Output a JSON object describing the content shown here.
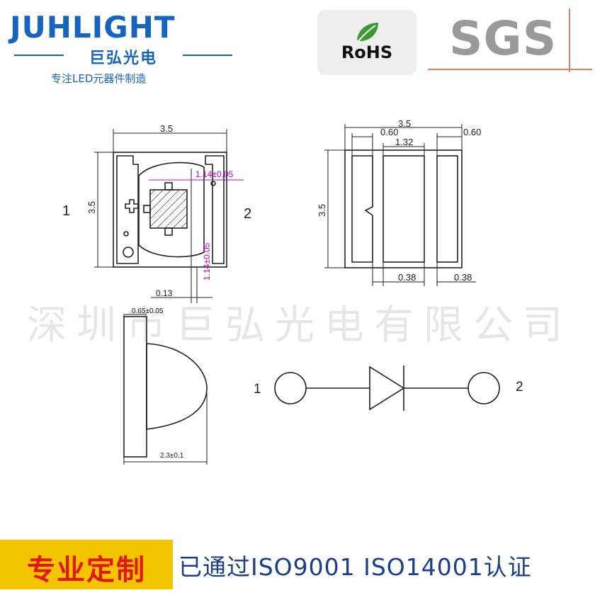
{
  "header": {
    "brand_name": "JUHLIGHT",
    "brand_cn": "巨弘光电",
    "brand_sub": "专注LED元器件制造",
    "rohs_label": "RoHS",
    "sgs_label": "SGS"
  },
  "watermark": "深圳市巨弘光电有限公司",
  "top_view": {
    "width_label": "3.5",
    "height_label": "3.5",
    "pin_left": "1",
    "pin_right": "2",
    "dim_top_magenta": "1.14±0.05",
    "dim_right_magenta": "1.14±0.05",
    "dim_gap": "0.13"
  },
  "bottom_view": {
    "width_label": "3.5",
    "height_label": "3.5",
    "pad_left_width": "0.60",
    "pad_right_width": "0.60",
    "center_pad_width": "1.32",
    "gap_left": "0.38",
    "gap_right": "0.38"
  },
  "side_view": {
    "thickness_label": "0.65±0.05",
    "height_label": "2.3±0.1"
  },
  "circuit": {
    "pin1": "1",
    "pin2": "2"
  },
  "footer": {
    "banner": "专业定制",
    "certification": "已通过ISO9001 ISO14001认证"
  },
  "colors": {
    "brand_blue": "#1565c0",
    "dimension_magenta": "#d000d0",
    "banner_yellow": "#f5c400",
    "banner_red": "#e01818",
    "cert_blue": "#1a3d8f",
    "line": "#222222"
  }
}
